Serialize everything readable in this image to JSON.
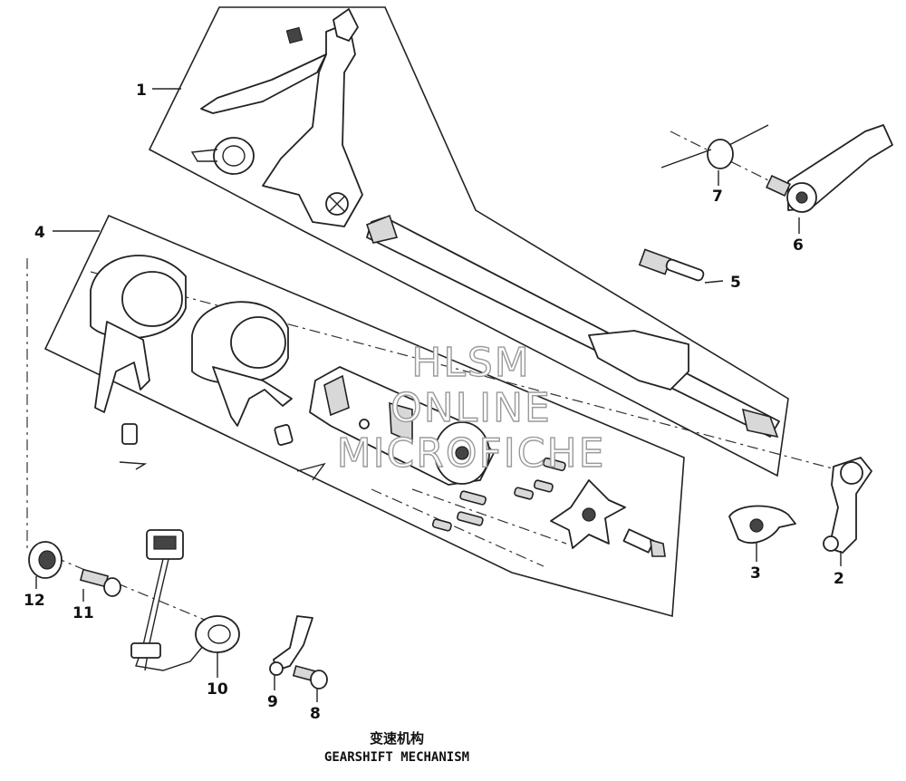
{
  "watermark": {
    "line1": "HLSM",
    "line2": "ONLINE",
    "line3": "MICROFICHE"
  },
  "title": {
    "chinese": "变速机构",
    "english": "GEARSHIFT MECHANISM"
  },
  "callouts": {
    "p1": "1",
    "p2": "2",
    "p3": "3",
    "p4": "4",
    "p5": "5",
    "p6": "6",
    "p7": "7",
    "p8": "8",
    "p9": "9",
    "p10": "10",
    "p11": "11",
    "p12": "12"
  }
}
